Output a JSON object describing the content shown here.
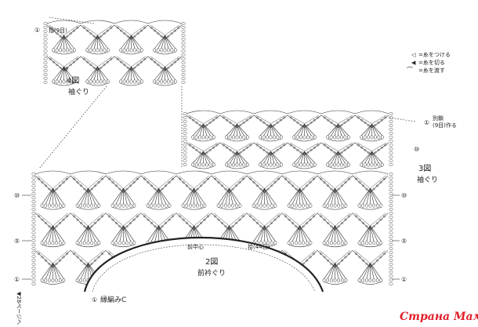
{
  "diagram": {
    "fig4": {
      "number": "4図",
      "name": "袖ぐり",
      "note": "拾(9目)"
    },
    "fig3": {
      "number": "3図",
      "name": "袖ぐり",
      "note_line1": "別鎖",
      "note_line2": "(9目)作る"
    },
    "fig2": {
      "number": "2図",
      "name": "前衿ぐり",
      "center": "前中心",
      "note": "拾(44目)"
    },
    "edge": {
      "label": "縁編みC",
      "round": "①"
    },
    "page_ref": "▼28ページへ",
    "round_markers": [
      "①",
      "⑤",
      "⑩"
    ]
  },
  "legend": {
    "items": [
      {
        "symbol": "◁",
        "text": "=糸をつける"
      },
      {
        "symbol": "◀",
        "text": "=糸を切る"
      },
      {
        "symbol": "⌒",
        "text": "=糸を渡す"
      }
    ]
  },
  "watermark": {
    "text": "Страна Мам",
    "color": "#e0202a"
  }
}
